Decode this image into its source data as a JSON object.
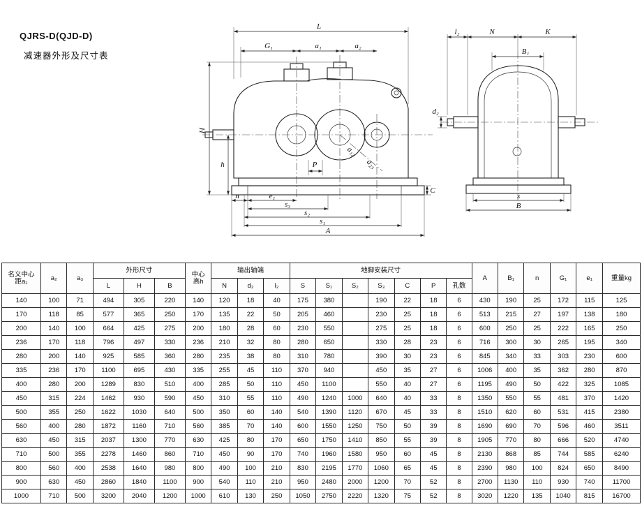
{
  "page": {
    "model_label": "QJRS-D(QJD-D)",
    "subtitle": "减速器外形及尺寸表"
  },
  "drawing": {
    "front": {
      "L": "L",
      "G1": "G₁",
      "a1": "a₁",
      "a2": "a₂",
      "H": "H",
      "h": "h",
      "n": "n",
      "e1": "e₁",
      "s3": "s₃",
      "s2": "s₂",
      "s1": "s₁",
      "A": "A",
      "P": "P",
      "C": "C",
      "a12": "a₁₂",
      "a23": "a₂₃"
    },
    "side": {
      "l2": "l₂",
      "N": "N",
      "K": "K",
      "B1": "B₁",
      "d2": "d₂",
      "s": "s",
      "B": "B"
    }
  },
  "table": {
    "headers": {
      "a1": "名义中心\n距a₁",
      "a2": "a₂",
      "a3": "a₃",
      "outline_group": "外形尺寸",
      "L": "L",
      "H": "H",
      "B": "B",
      "center_height": "中心\n高h",
      "shaft_group": "输出轴端",
      "N": "N",
      "d2": "d₂",
      "l2": "l₂",
      "foot_group": "地脚安装尺寸",
      "S": "S",
      "S1": "S₁",
      "S2": "S₂",
      "S3": "S₃",
      "C": "C",
      "P": "P",
      "holes": "孔数",
      "A": "A",
      "B1": "B₁",
      "n": "n",
      "G1": "G₁",
      "e1": "e₁",
      "weight": "重量kg"
    },
    "rows": [
      [
        "140",
        "100",
        "71",
        "494",
        "305",
        "220",
        "140",
        "120",
        "18",
        "40",
        "175",
        "380",
        "",
        "190",
        "22",
        "18",
        "6",
        "430",
        "190",
        "25",
        "172",
        "115",
        "125"
      ],
      [
        "170",
        "118",
        "85",
        "577",
        "365",
        "250",
        "170",
        "135",
        "22",
        "50",
        "205",
        "460",
        "",
        "230",
        "25",
        "18",
        "6",
        "513",
        "215",
        "27",
        "197",
        "138",
        "180"
      ],
      [
        "200",
        "140",
        "100",
        "664",
        "425",
        "275",
        "200",
        "180",
        "28",
        "60",
        "230",
        "550",
        "",
        "275",
        "25",
        "18",
        "6",
        "600",
        "250",
        "25",
        "222",
        "165",
        "250"
      ],
      [
        "236",
        "170",
        "118",
        "796",
        "497",
        "330",
        "236",
        "210",
        "32",
        "80",
        "280",
        "650",
        "",
        "330",
        "28",
        "23",
        "6",
        "716",
        "300",
        "30",
        "265",
        "195",
        "340"
      ],
      [
        "280",
        "200",
        "140",
        "925",
        "585",
        "360",
        "280",
        "235",
        "38",
        "80",
        "310",
        "780",
        "",
        "390",
        "30",
        "23",
        "6",
        "845",
        "340",
        "33",
        "303",
        "230",
        "600"
      ],
      [
        "335",
        "236",
        "170",
        "1100",
        "695",
        "430",
        "335",
        "255",
        "45",
        "110",
        "370",
        "940",
        "",
        "450",
        "35",
        "27",
        "6",
        "1006",
        "400",
        "35",
        "362",
        "280",
        "870"
      ],
      [
        "400",
        "280",
        "200",
        "1289",
        "830",
        "510",
        "400",
        "285",
        "50",
        "110",
        "450",
        "1100",
        "",
        "550",
        "40",
        "27",
        "6",
        "1195",
        "490",
        "50",
        "422",
        "325",
        "1085"
      ],
      [
        "450",
        "315",
        "224",
        "1462",
        "930",
        "590",
        "450",
        "310",
        "55",
        "110",
        "490",
        "1240",
        "1000",
        "640",
        "40",
        "33",
        "8",
        "1350",
        "550",
        "55",
        "481",
        "370",
        "1420"
      ],
      [
        "500",
        "355",
        "250",
        "1622",
        "1030",
        "640",
        "500",
        "350",
        "60",
        "140",
        "540",
        "1390",
        "1120",
        "670",
        "45",
        "33",
        "8",
        "1510",
        "620",
        "60",
        "531",
        "415",
        "2380"
      ],
      [
        "560",
        "400",
        "280",
        "1872",
        "1160",
        "710",
        "560",
        "385",
        "70",
        "140",
        "600",
        "1550",
        "1250",
        "750",
        "50",
        "39",
        "8",
        "1690",
        "690",
        "70",
        "596",
        "460",
        "3511"
      ],
      [
        "630",
        "450",
        "315",
        "2037",
        "1300",
        "770",
        "630",
        "425",
        "80",
        "170",
        "650",
        "1750",
        "1410",
        "850",
        "55",
        "39",
        "8",
        "1905",
        "770",
        "80",
        "666",
        "520",
        "4740"
      ],
      [
        "710",
        "500",
        "355",
        "2278",
        "1460",
        "860",
        "710",
        "450",
        "90",
        "170",
        "740",
        "1960",
        "1580",
        "950",
        "60",
        "45",
        "8",
        "2130",
        "868",
        "85",
        "744",
        "585",
        "6240"
      ],
      [
        "800",
        "560",
        "400",
        "2538",
        "1640",
        "980",
        "800",
        "490",
        "100",
        "210",
        "830",
        "2195",
        "1770",
        "1060",
        "65",
        "45",
        "8",
        "2390",
        "980",
        "100",
        "824",
        "650",
        "8490"
      ],
      [
        "900",
        "630",
        "450",
        "2860",
        "1840",
        "1100",
        "900",
        "540",
        "110",
        "210",
        "950",
        "2480",
        "2000",
        "1200",
        "70",
        "52",
        "8",
        "2700",
        "1130",
        "110",
        "930",
        "740",
        "11700"
      ],
      [
        "1000",
        "710",
        "500",
        "3200",
        "2040",
        "1200",
        "1000",
        "610",
        "130",
        "250",
        "1050",
        "2750",
        "2220",
        "1320",
        "75",
        "52",
        "8",
        "3020",
        "1220",
        "135",
        "1040",
        "815",
        "16700"
      ]
    ]
  }
}
